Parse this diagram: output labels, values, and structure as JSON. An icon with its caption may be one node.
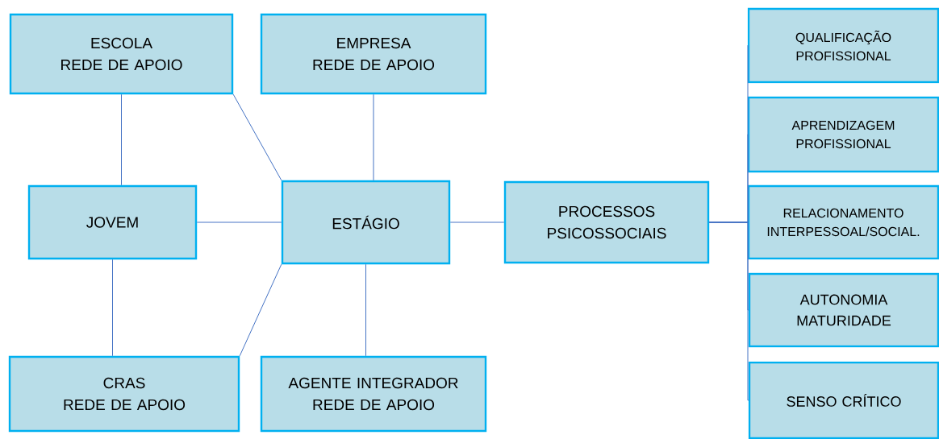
{
  "diagram": {
    "nodes": [
      {
        "text": [
          "ESCOLA",
          "REDE DE APOIO"
        ]
      },
      {
        "text": [
          "EMPRESA",
          "REDE DE APOIO"
        ]
      },
      {
        "text": [
          "JOVEM"
        ]
      },
      {
        "text": [
          "ESTÁGIO"
        ]
      },
      {
        "text": [
          "PROCESSOS PSICOSSOCIAIS"
        ]
      },
      {
        "text": [
          "CRAS",
          "REDE DE APOIO"
        ]
      },
      {
        "text": [
          "AGENTE INTEGRADOR",
          "REDE DE APOIO"
        ]
      },
      {
        "text": [
          "QUALIFICAÇÃO PROFISSIONAL"
        ]
      },
      {
        "text": [
          "APRENDIZAGEM PROFISSIONAL"
        ]
      },
      {
        "text": [
          "RELACIONAMENTO INTERPESSOAL/SOCIAL."
        ]
      },
      {
        "text": [
          "AUTONOMIA MATURIDADE"
        ]
      },
      {
        "text": [
          "SENSO CRÍTICO"
        ]
      }
    ],
    "edges": [
      {
        "from": 0,
        "to": 2,
        "arrow": "none"
      },
      {
        "from": 0,
        "to": 3,
        "arrow": "none"
      },
      {
        "from": 1,
        "to": 3,
        "arrow": "none"
      },
      {
        "from": 2,
        "to": 3,
        "arrow": "none"
      },
      {
        "from": 2,
        "to": 5,
        "arrow": "none"
      },
      {
        "from": 5,
        "to": 3,
        "arrow": "none"
      },
      {
        "from": 3,
        "to": 6,
        "arrow": "none"
      },
      {
        "from": 3,
        "to": 4,
        "arrow": "none"
      },
      {
        "from": 4,
        "to": 7,
        "arrow": "none"
      },
      {
        "from": 4,
        "to": 8,
        "arrow": "none"
      },
      {
        "from": 4,
        "to": 9,
        "arrow": "none"
      },
      {
        "from": 4,
        "to": 10,
        "arrow": "none"
      },
      {
        "from": 4,
        "to": 11,
        "arrow": "none"
      }
    ]
  }
}
